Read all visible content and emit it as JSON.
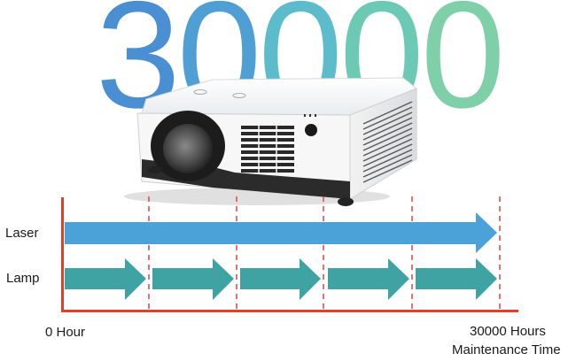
{
  "hero": {
    "number": "30000",
    "digits": [
      "3",
      "0",
      "0",
      "0",
      "0"
    ],
    "digit_colors": [
      "#4a8fd2",
      "#4f9fd4",
      "#5dbccc",
      "#6cc9b4",
      "#7fd0a9"
    ]
  },
  "product": {
    "name": "laser projector"
  },
  "chart_data": {
    "type": "timeline",
    "title": "30000",
    "rows": [
      {
        "label": "Laser",
        "segments": 1,
        "color": "#4aa2d8"
      },
      {
        "label": "Lamp",
        "segments": 5,
        "color": "#3fa3a3"
      }
    ],
    "x_start_label": "0 Hour",
    "x_end_label": "30000 Hours",
    "x_end_sublabel": "Maintenance Time",
    "x_range": [
      0,
      30000
    ],
    "interval_markers": [
      6000,
      12000,
      18000,
      24000,
      30000
    ],
    "axis_color": "#e0402a",
    "marker_color": "#d9534f"
  },
  "labels": {
    "laser": "Laser",
    "lamp": "Lamp",
    "start": "0 Hour",
    "end": "30000 Hours",
    "end_sub": "Maintenance Time"
  }
}
